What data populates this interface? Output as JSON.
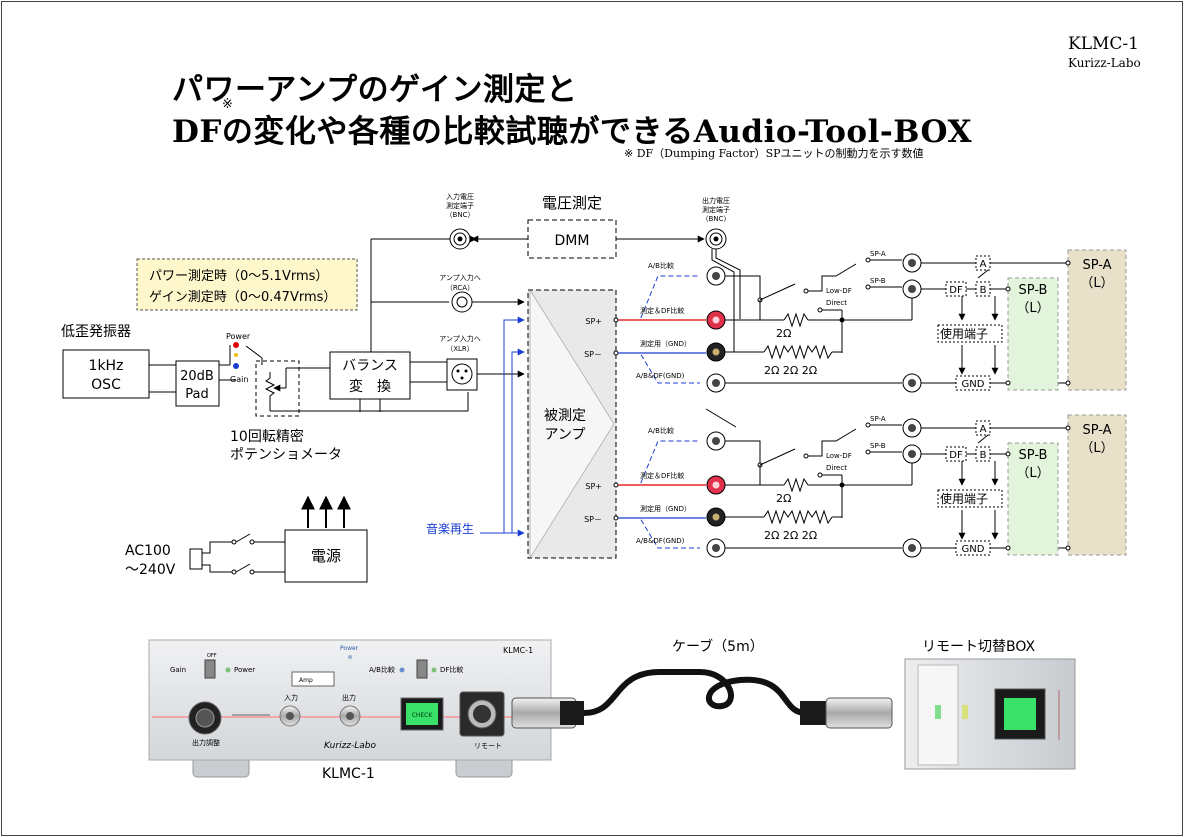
{
  "header": {
    "model": "KLMC-1",
    "maker": "Kurizz-Labo",
    "title_line1": "パワーアンプのゲイン測定と",
    "title_line2": "DFの変化や各種の比較試聴ができるAudio-Tool-BOX",
    "title_mark": "※",
    "footnote": "※ DF（Dumping Factor）SPユニットの制動力を示す数値"
  },
  "diagram": {
    "range_line1": "パワー測定時（0～5.1Vrms）",
    "range_line2": "ゲイン測定時（0～0.47Vrms）",
    "osc_group": "低歪発振器",
    "osc_line1": "1kHz",
    "osc_line2": "OSC",
    "pad_line1": "20dB",
    "pad_line2": "Pad",
    "power_label": "Power",
    "gain_label": "Gain",
    "pot_line1": "10回転精密",
    "pot_line2": "ポテンショメータ",
    "balance_line1": "バランス",
    "balance_line2": "変　換",
    "input_bnc_line1": "入力電圧",
    "input_bnc_line2": "測定端子",
    "input_bnc_line3": "（BNC）",
    "rca_line1": "アンプ入力へ",
    "rca_line2": "（RCA）",
    "xlr_line1": "アンプ入力へ",
    "xlr_line2": "（XLR）",
    "voltage_title": "電圧測定",
    "dmm": "DMM",
    "output_bnc_line1": "出力電圧",
    "output_bnc_line2": "測定端子",
    "output_bnc_line3": "（BNC）",
    "amp_line1": "被測定",
    "amp_line2": "アンプ",
    "music": "音楽再生",
    "sp_plus": "SP+",
    "sp_minus": "SP－",
    "ab_compare": "A/B比較",
    "measure_df": "測定＆DF比較",
    "measure_gnd": "測定用（GND）",
    "ab_df_gnd": "A/B&DF(GND)",
    "sp_a_small": "SP-A",
    "sp_b_small": "SP-B",
    "low_df": "Low-DF",
    "direct": "Direct",
    "r2": "2Ω",
    "r222": "2Ω 2Ω 2Ω",
    "sw_a": "A",
    "sw_b": "B",
    "sw_df": "DF",
    "gnd": "GND",
    "use_terminal": "使用端子",
    "spa_line1": "SP-A",
    "spa_line2": "（L）",
    "spb_line1": "SP-B",
    "spb_line2": "（L）",
    "ac_line1": "AC100",
    "ac_line2": "～240V",
    "psu": "電源"
  },
  "photo": {
    "unit_name": "KLMC-1",
    "cable": "ケーブ（5m）",
    "remote_box": "リモート切替BOX",
    "panel_brand": "KLMC-1",
    "panel_logo": "Kurizz-Labo",
    "panel_gain": "Gain",
    "panel_off": "OFF",
    "panel_power": "Power",
    "panel_power_top": "Power",
    "panel_in": "入力",
    "panel_out": "出力",
    "panel_knob": "出力調整",
    "panel_ab": "A/B比較",
    "panel_df": "DF比較",
    "panel_check": "CHECK",
    "panel_remote": "リモート",
    "panel_amp": "Amp"
  },
  "colors": {
    "spa_fill": "#e8e0c8",
    "spb_fill": "#e2f5dc",
    "range_fill": "#fff7cc",
    "amp_fill": "#e9e9e9",
    "wire_red": "#e00000",
    "wire_blue": "#1a3fd0",
    "music_blue": "#1a3fd0"
  }
}
